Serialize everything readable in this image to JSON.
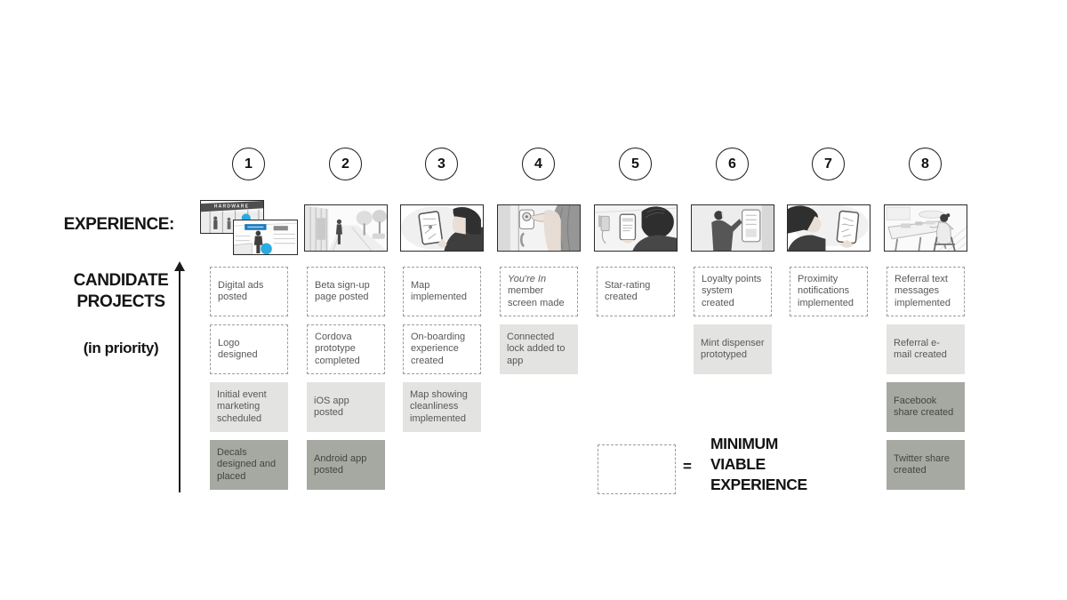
{
  "labels": {
    "experience": "EXPERIENCE:",
    "candidate_line1": "CANDIDATE",
    "candidate_line2": "PROJECTS",
    "priority_note": "(in priority)"
  },
  "legend": {
    "equals": "=",
    "line1": "MINIMUM",
    "line2": "VIABLE",
    "line3": "EXPERIENCE"
  },
  "storyboard": {
    "hardware_sign": "HARDWARE"
  },
  "colors": {
    "accent_blue": "#29abe2",
    "banner_blue": "#1e78b8",
    "box_light_gray": "#e3e3e1",
    "box_dark_gray": "#a6a9a2",
    "mve_dashed_border": "#9c9c9c"
  },
  "columns": [
    {
      "number": "1",
      "image": "hardware-storefront",
      "projects": [
        {
          "label": "Digital ads posted",
          "type": "mve"
        },
        {
          "label": "Logo designed",
          "type": "mve"
        },
        {
          "label": "Initial event marketing scheduled",
          "type": "light"
        },
        {
          "label": "Decals designed and placed",
          "type": "dark"
        }
      ]
    },
    {
      "number": "2",
      "image": "street-walk",
      "projects": [
        {
          "label": "Beta sign-up page posted",
          "type": "mve"
        },
        {
          "label": "Cordova prototype completed",
          "type": "mve"
        },
        {
          "label": "iOS app posted",
          "type": "light"
        },
        {
          "label": "Android app posted",
          "type": "dark"
        }
      ]
    },
    {
      "number": "3",
      "image": "map-on-phone",
      "projects": [
        {
          "label": "Map implemented",
          "type": "mve"
        },
        {
          "label": "On-boarding experience created",
          "type": "mve"
        },
        {
          "label": "Map showing cleanliness implemented",
          "type": "light"
        }
      ]
    },
    {
      "number": "4",
      "image": "connected-lock",
      "projects": [
        {
          "label_italic": "You're In",
          "label": "member screen made",
          "type": "mve"
        },
        {
          "label": "Connected lock added to app",
          "type": "light"
        }
      ]
    },
    {
      "number": "5",
      "image": "star-rating-phone",
      "projects": [
        {
          "label": "Star-rating created",
          "type": "mve"
        }
      ]
    },
    {
      "number": "6",
      "image": "mint-dispenser",
      "projects": [
        {
          "label": "Loyalty points system created",
          "type": "mve"
        },
        {
          "label": "Mint dispenser prototyped",
          "type": "light"
        }
      ]
    },
    {
      "number": "7",
      "image": "proximity-notification",
      "projects": [
        {
          "label": "Proximity notifications implemented",
          "type": "mve"
        }
      ]
    },
    {
      "number": "8",
      "image": "referral-desk",
      "projects": [
        {
          "label": "Referral text messages implemented",
          "type": "mve"
        },
        {
          "label": "Referral e-mail created",
          "type": "light"
        },
        {
          "label": "Facebook share created",
          "type": "dark"
        },
        {
          "label": "Twitter share created",
          "type": "dark"
        }
      ]
    }
  ]
}
